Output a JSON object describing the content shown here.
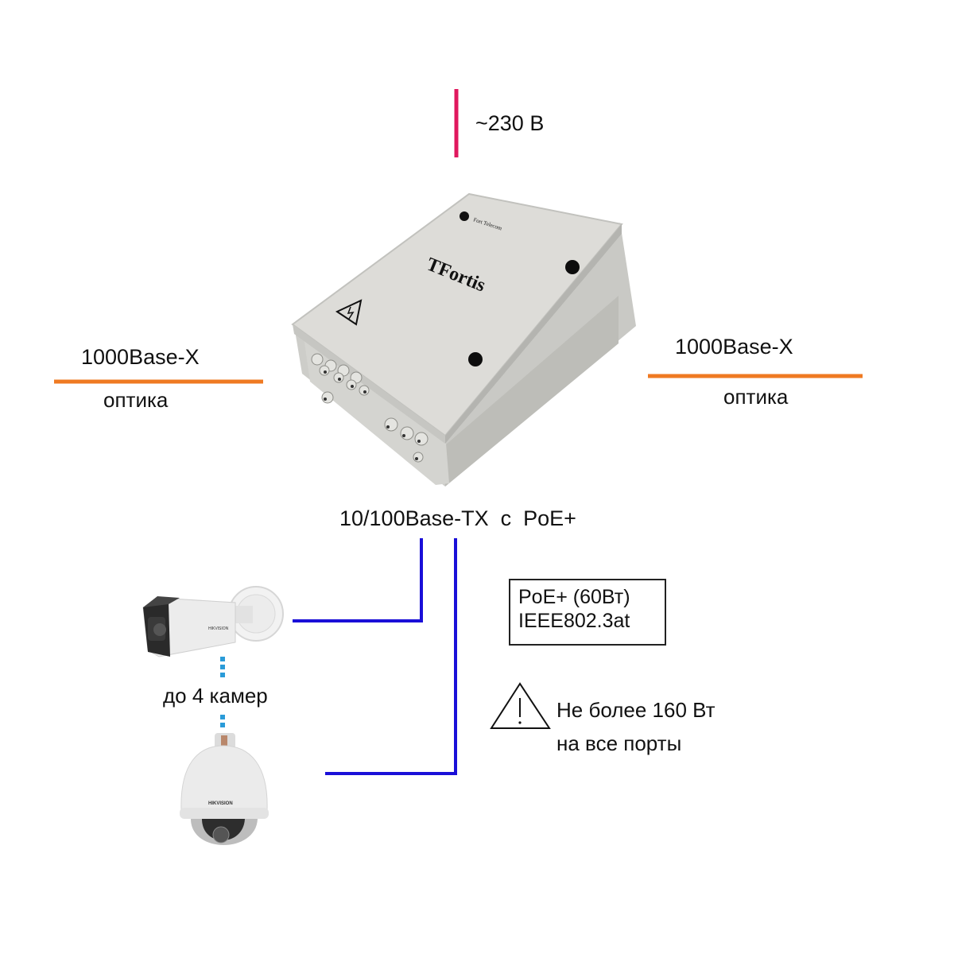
{
  "colors": {
    "power_line": "#e0185e",
    "fiber_line": "#ef7a22",
    "ethernet_line": "#1a0fd8",
    "dots": "#2a9bd8",
    "enclosure": "#d9d9d6"
  },
  "power": {
    "label": "~230 В"
  },
  "fiber_left": {
    "top": "1000Base-X",
    "bottom": "оптика"
  },
  "fiber_right": {
    "top": "1000Base-X",
    "bottom": "оптика"
  },
  "device": {
    "brand": "TFortis",
    "maker": "Fort Telecom",
    "warning_icon": "high-voltage-icon"
  },
  "ports": {
    "label": "10/100Base-TX  с  PoE+"
  },
  "poe_box": {
    "line1": "PoE+ (60Вт)",
    "line2": "IEEE802.3at"
  },
  "power_warning": {
    "icon": "warning-icon",
    "line1": "Не более 160 Вт",
    "line2": "на все порты"
  },
  "cameras": {
    "count_label": "до 4 камер",
    "items": [
      {
        "type": "bullet-camera",
        "brand": "HIKVISION"
      },
      {
        "type": "ptz-dome-camera",
        "brand": "HIKVISION"
      }
    ]
  }
}
